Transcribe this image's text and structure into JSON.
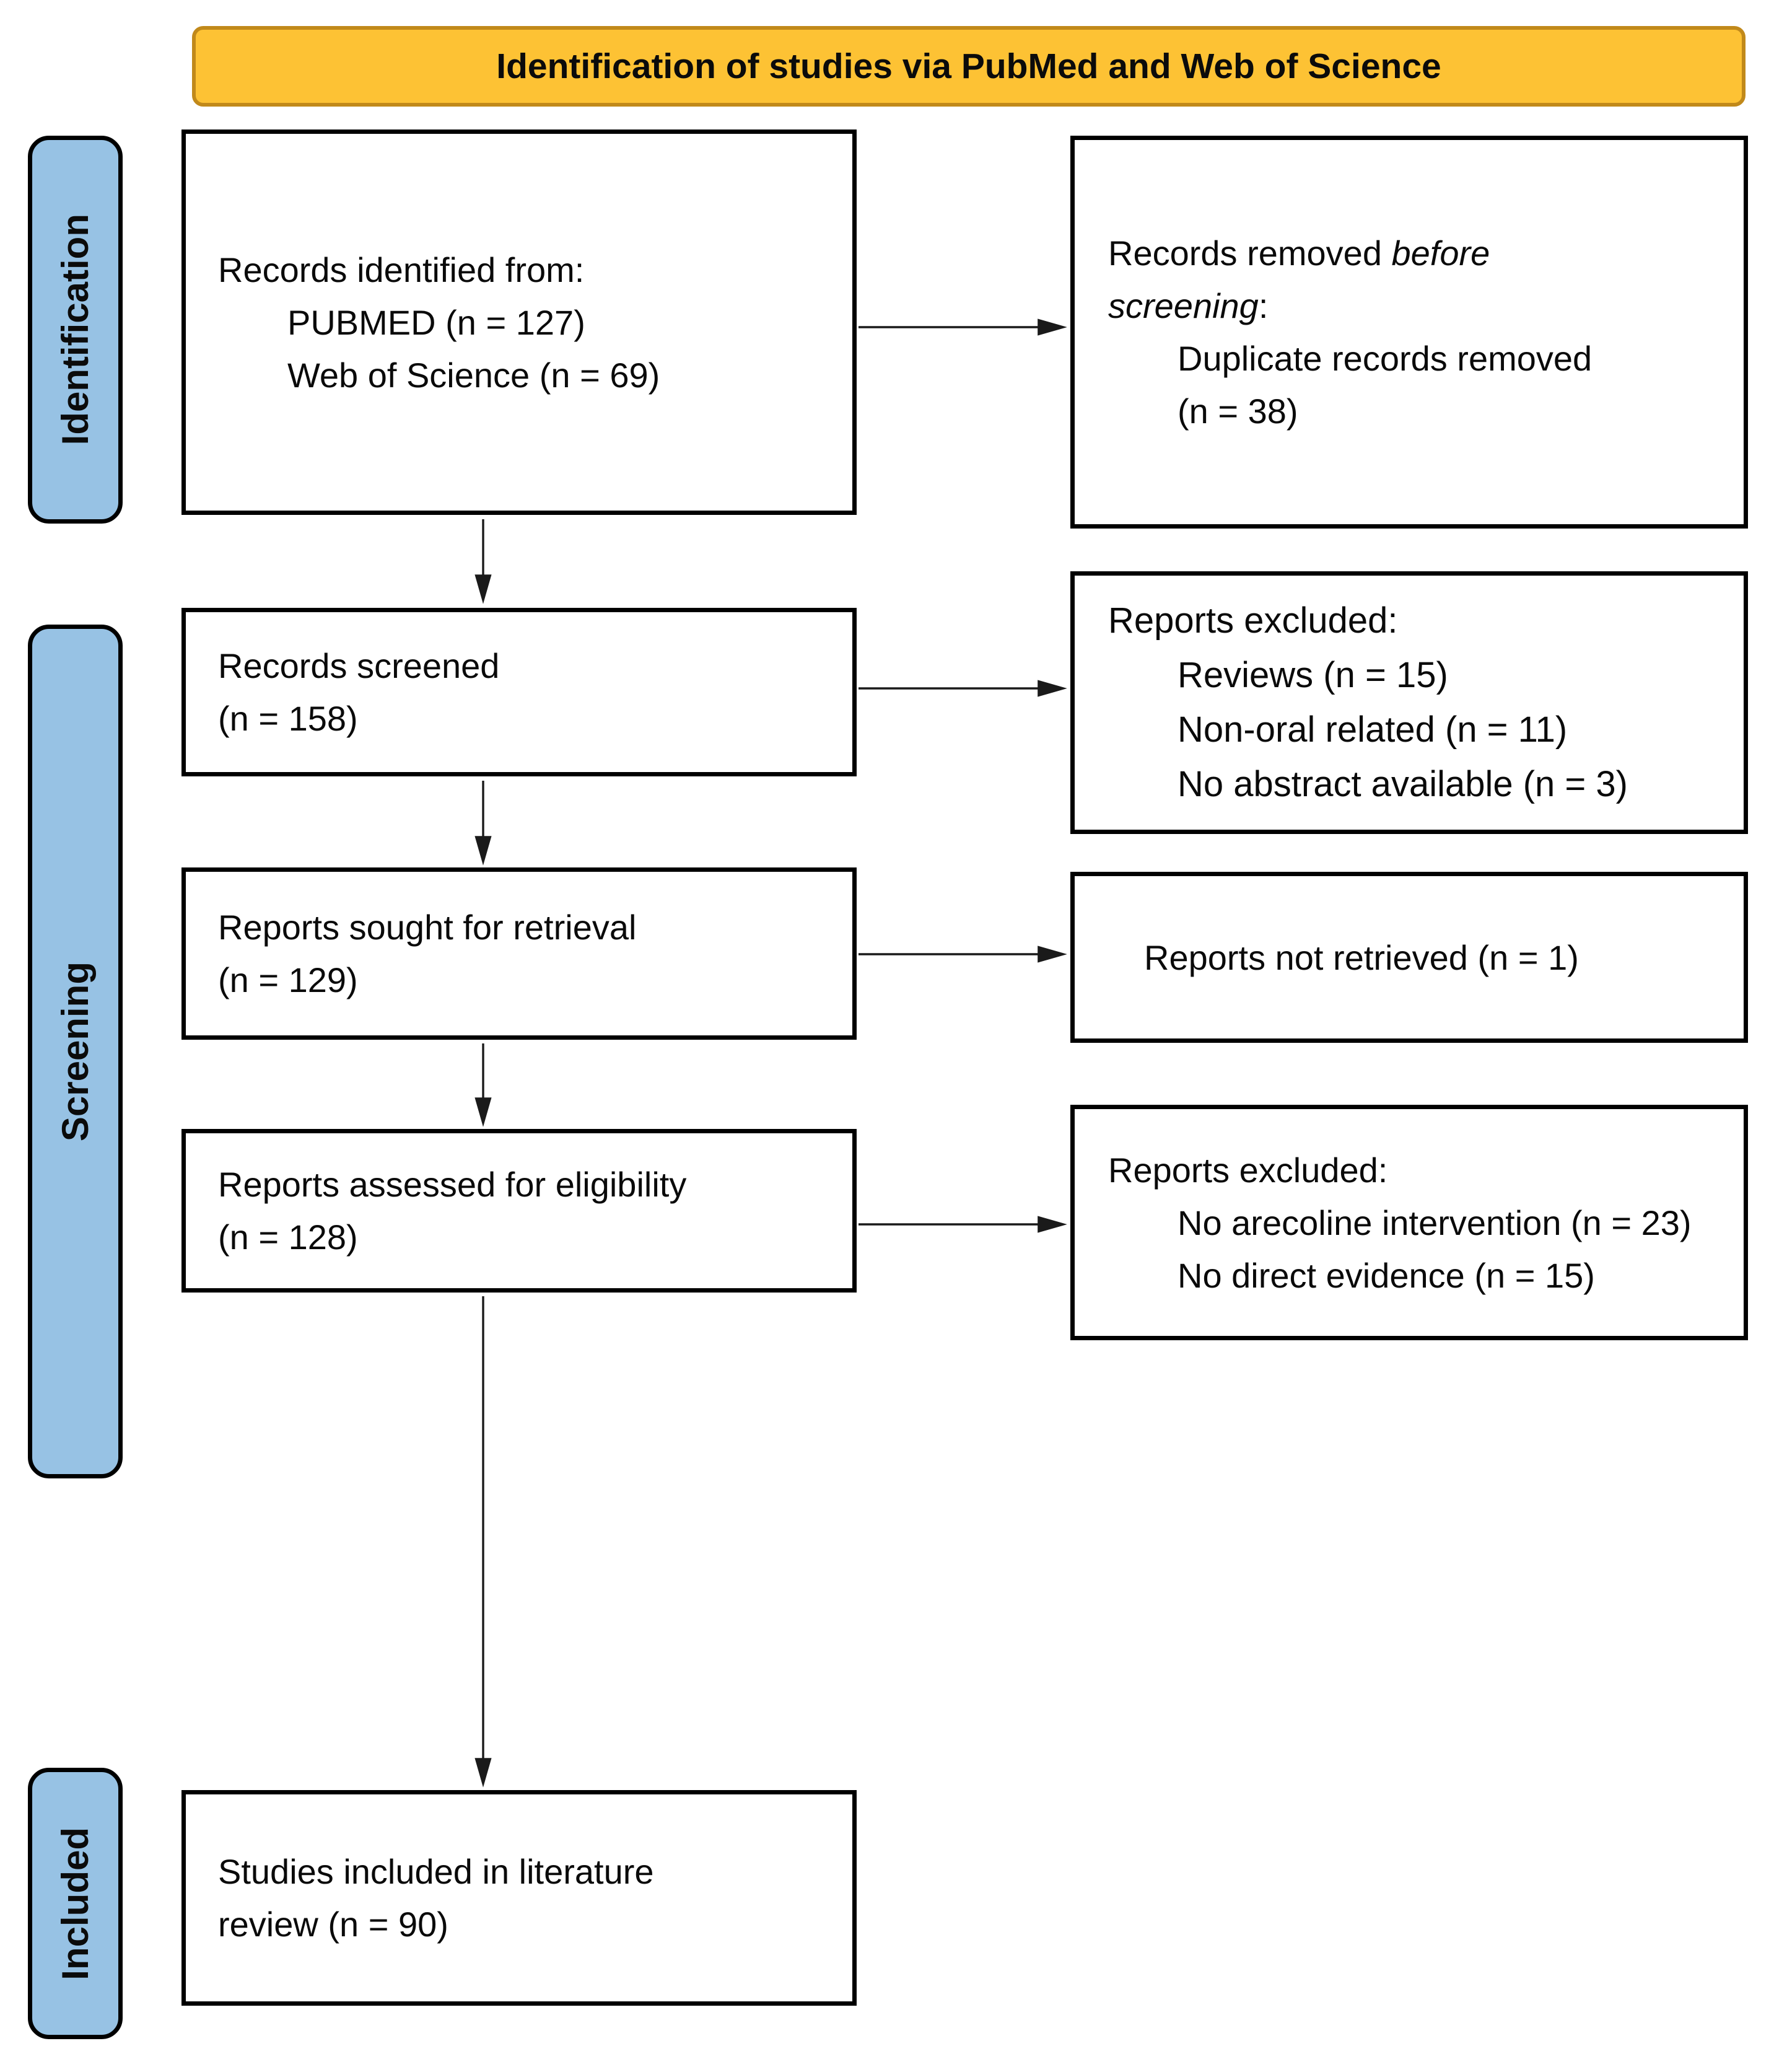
{
  "banner": {
    "title": "Identification of studies via PubMed and Web of Science"
  },
  "stages": {
    "identification": "Identification",
    "screening": "Screening",
    "included": "Included"
  },
  "flow": {
    "identified": {
      "line1": "Records identified from:",
      "line2": "PUBMED (n = 127)",
      "line3": "Web of Science (n = 69)"
    },
    "screened": {
      "line1": "Records screened",
      "line2": "(n = 158)"
    },
    "sought": {
      "line1": "Reports sought for retrieval",
      "line2": "(n = 129)"
    },
    "assessed": {
      "line1": "Reports assessed for eligibility",
      "line2": "(n = 128)"
    },
    "included_box": {
      "line1": "Studies included in literature",
      "line2": "review (n = 90)"
    },
    "removed": {
      "prefix": "Records removed ",
      "italic1": "before",
      "italic2": "screening",
      "colon": ":",
      "line2": "Duplicate records removed",
      "line3": "(n = 38)"
    },
    "excluded_screening": {
      "line1": "Reports excluded:",
      "line2": "Reviews (n = 15)",
      "line3": "Non-oral related (n = 11)",
      "line4": "No abstract available (n = 3)"
    },
    "not_retrieved": {
      "line1": "Reports not retrieved (n = 1)"
    },
    "excluded_eligibility": {
      "line1": "Reports excluded:",
      "line2": "No arecoline intervention (n = 23)",
      "line3": "No direct evidence (n = 15)"
    }
  },
  "colors": {
    "banner_bg": "#FDC234",
    "banner_border": "#C1891A",
    "stage_bg": "#97C2E4",
    "stage_border": "#000000",
    "box_border": "#000000",
    "arrow": "#1A1A1A"
  }
}
